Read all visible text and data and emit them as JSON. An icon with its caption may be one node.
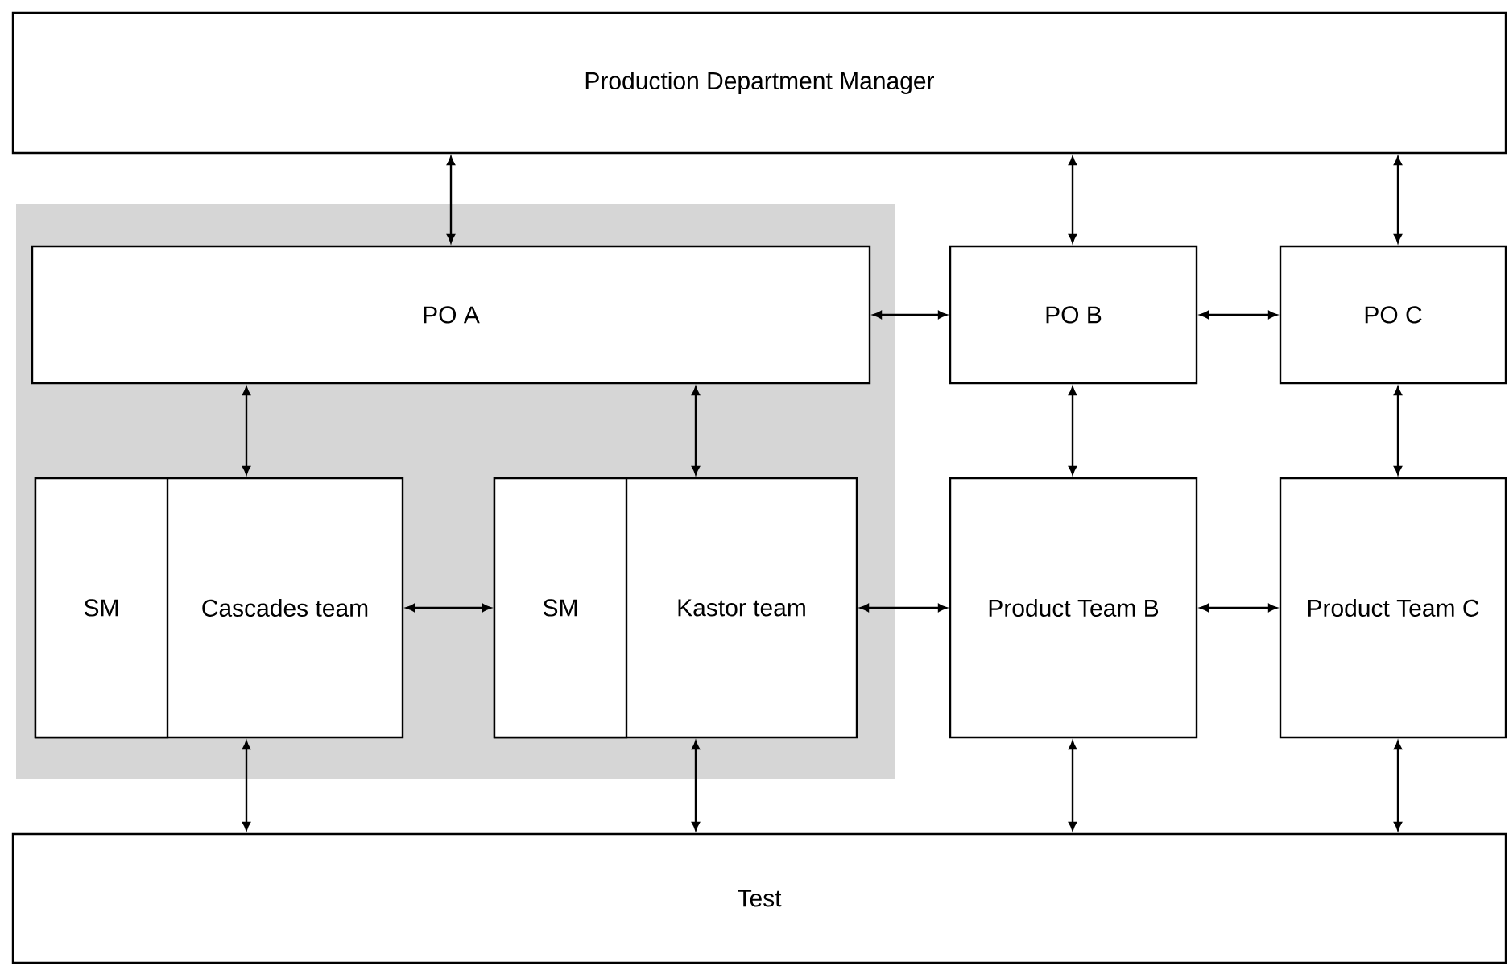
{
  "diagram": {
    "nodes": [
      {
        "text": [
          "Production Department Manager"
        ]
      },
      {
        "text": [],
        "shape": "box"
      },
      {
        "text": [
          "PO A"
        ],
        "in": 1
      },
      {
        "text": [
          "Cascades team"
        ],
        "in": 1
      },
      {
        "text": [
          "SM"
        ],
        "in": 3
      },
      {
        "text": [
          "Kastor team"
        ],
        "in": 1
      },
      {
        "text": [
          "SM"
        ],
        "in": 5
      },
      {
        "text": [
          "PO B"
        ]
      },
      {
        "text": [
          "PO C"
        ]
      },
      {
        "text": [
          "Product Team B"
        ]
      },
      {
        "text": [
          "Product Team C"
        ]
      },
      {
        "text": [
          "Test"
        ]
      }
    ],
    "edges": [
      {
        "from": 0,
        "to": 2,
        "arrow": "both"
      },
      {
        "from": 0,
        "to": 7,
        "arrow": "both"
      },
      {
        "from": 0,
        "to": 8,
        "arrow": "both"
      },
      {
        "from": 2,
        "to": 7,
        "arrow": "both"
      },
      {
        "from": 7,
        "to": 8,
        "arrow": "both"
      },
      {
        "from": 2,
        "to": 3,
        "arrow": "both"
      },
      {
        "from": 2,
        "to": 5,
        "arrow": "both"
      },
      {
        "from": 7,
        "to": 9,
        "arrow": "both"
      },
      {
        "from": 8,
        "to": 10,
        "arrow": "both"
      },
      {
        "from": 3,
        "to": 5,
        "arrow": "both"
      },
      {
        "from": 5,
        "to": 9,
        "arrow": "both"
      },
      {
        "from": 9,
        "to": 10,
        "arrow": "both"
      },
      {
        "from": 3,
        "to": 11,
        "arrow": "both"
      },
      {
        "from": 5,
        "to": 11,
        "arrow": "both"
      },
      {
        "from": 9,
        "to": 11,
        "arrow": "both"
      },
      {
        "from": 10,
        "to": 11,
        "arrow": "both"
      }
    ]
  }
}
